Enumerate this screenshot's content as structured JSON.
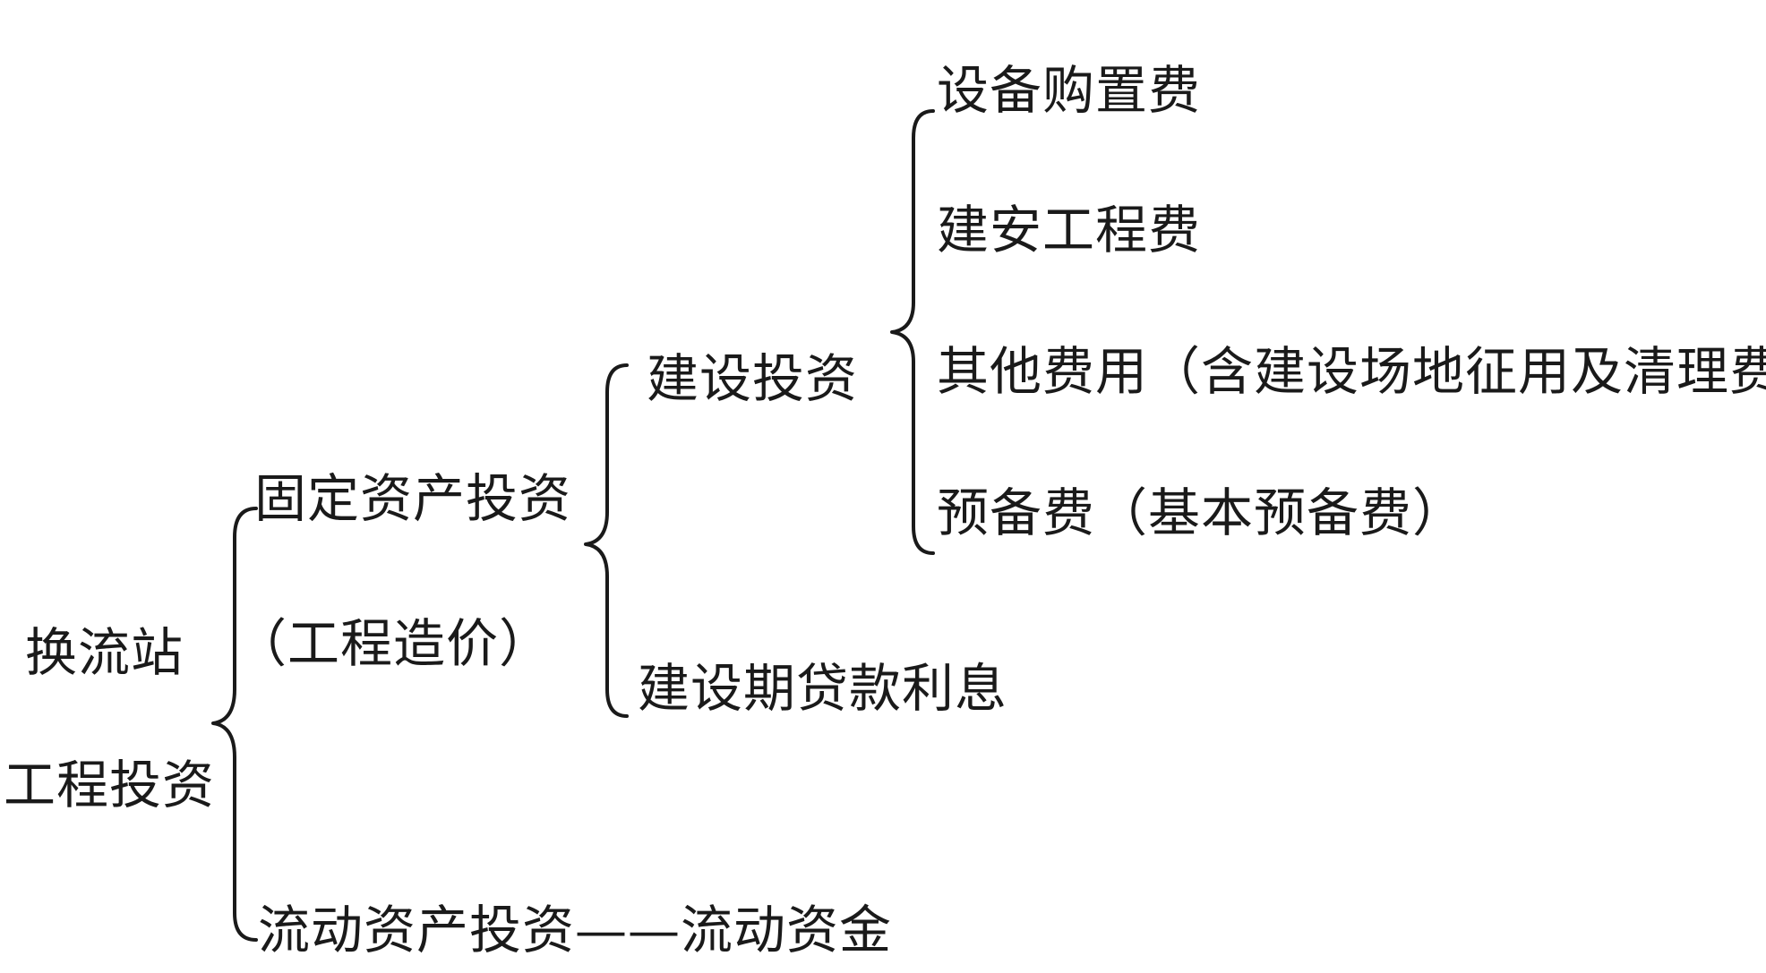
{
  "root": {
    "line1": "换流站",
    "line2": "工程投资"
  },
  "fixed_assets": {
    "label": "固定资产投资",
    "note": "（工程造价）",
    "construction": {
      "label": "建设投资",
      "items": [
        "设备购置费",
        "建安工程费",
        "其他费用（含建设场地征用及清理费）",
        "预备费（基本预备费）"
      ]
    },
    "loan_interest": "建设期贷款利息"
  },
  "current_assets": {
    "label": "流动资产投资",
    "connector": "——",
    "target": "流动资金"
  }
}
